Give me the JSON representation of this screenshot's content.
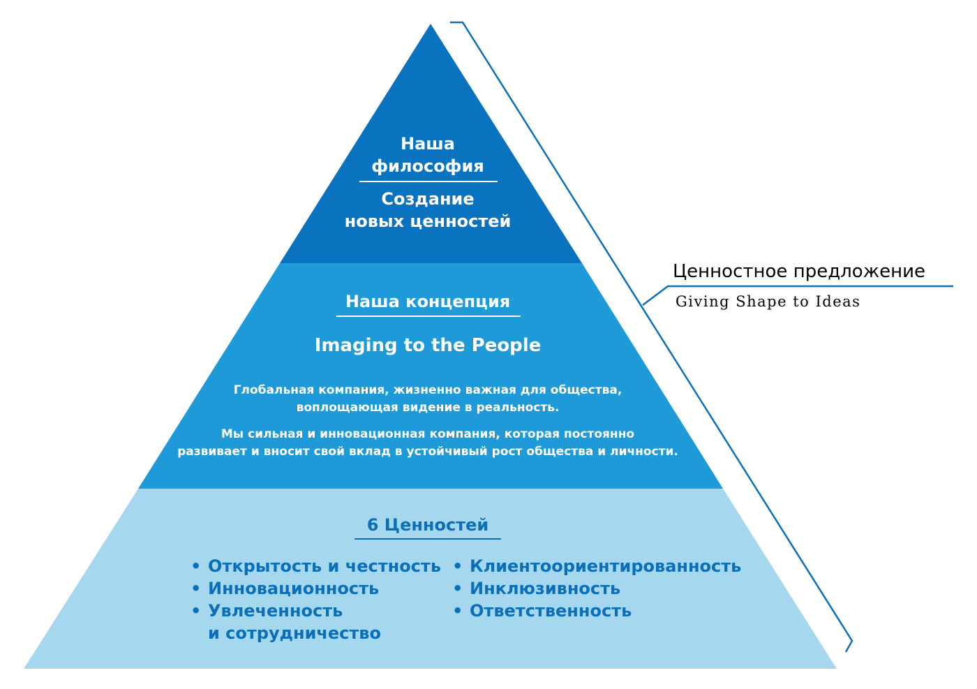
{
  "pyramid": {
    "top": {
      "title": "Наша\nфилософия",
      "subtitle": "Создание\nновых ценностей",
      "color": "#0a73bf"
    },
    "middle": {
      "title": "Наша концепция",
      "slogan": "Imaging to the People",
      "paragraph1": "Глобальная компания, жизненно важная для общества,\nвоплощающая видение в реальность.",
      "paragraph2": "Мы сильная и инновационная компания, которая постоянно\nразвивает и вносит свой вклад в устойчивый рост общества и личности.",
      "color": "#1e9ad8"
    },
    "bottom": {
      "title": "6 Ценностей",
      "values_left": [
        "Открытость и честность",
        "Инновационность",
        "Увлеченность\nи сотрудничество"
      ],
      "values_right": [
        "Клиентоориентированность",
        "Инклюзивность",
        "Ответственность"
      ],
      "color": "#a5d8ef"
    }
  },
  "side_label": {
    "title": "Ценностное предложение",
    "subtitle": "Giving Shape to Ideas",
    "line_color": "#0a6fb8"
  }
}
